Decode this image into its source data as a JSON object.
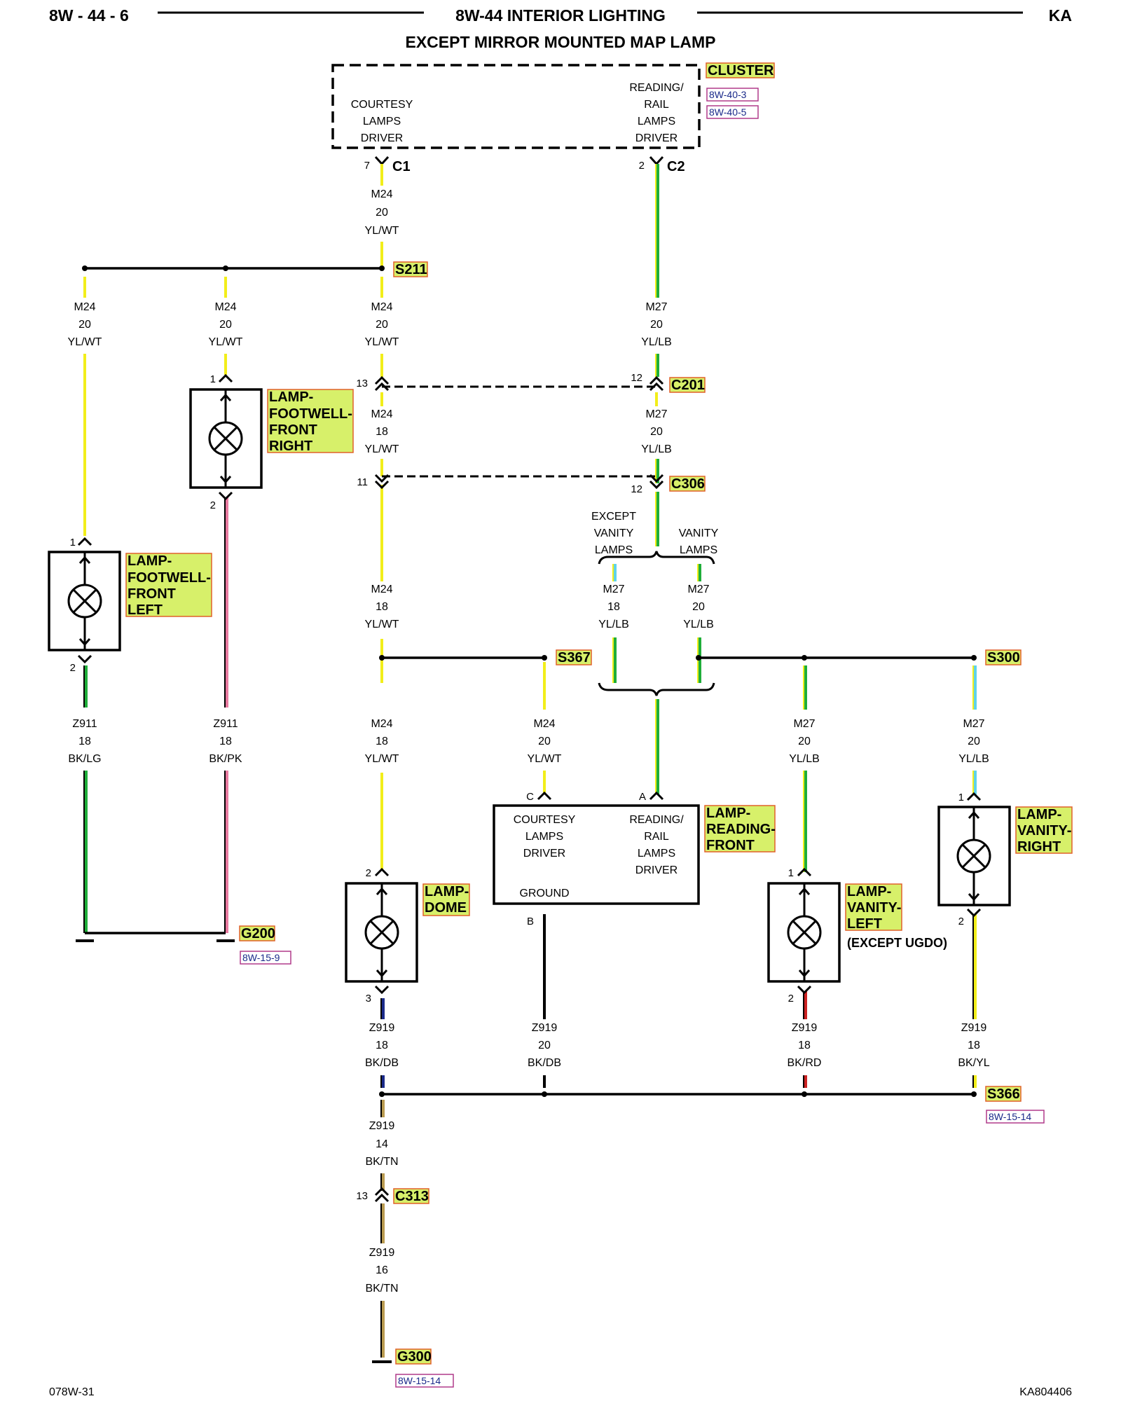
{
  "header": {
    "page_id": "8W - 44 - 6",
    "title": "8W-44 INTERIOR LIGHTING",
    "model": "KA",
    "subtitle": "EXCEPT MIRROR MOUNTED MAP LAMP"
  },
  "footer": {
    "left": "078W-31",
    "right": "KA804406"
  },
  "cluster": {
    "label": "CLUSTER",
    "refs": [
      "8W-40-3",
      "8W-40-5"
    ],
    "left_driver": [
      "COURTESY",
      "LAMPS",
      "DRIVER"
    ],
    "right_driver": [
      "READING/",
      "RAIL",
      "LAMPS",
      "DRIVER"
    ],
    "c1": {
      "name": "C1",
      "pin": "7"
    },
    "c2": {
      "name": "C2",
      "pin": "2"
    }
  },
  "splices": {
    "s211": "S211",
    "s367": "S367",
    "s300": "S300",
    "s366": "S366",
    "s366_ref": "8W-15-14"
  },
  "connectors": {
    "c201": {
      "name": "C201",
      "pin_left": "13",
      "pin_right": "12"
    },
    "c306": {
      "name": "C306",
      "pin_left": "11",
      "pin_right": "12"
    },
    "c313": {
      "name": "C313",
      "pin": "13"
    }
  },
  "grounds": {
    "g200": {
      "name": "G200",
      "ref": "8W-15-9"
    },
    "g300": {
      "name": "G300",
      "ref": "8W-15-14"
    }
  },
  "wires": {
    "m24_20_ylwt": [
      "M24",
      "20",
      "YL/WT"
    ],
    "m24_18_ylwt": [
      "M24",
      "18",
      "YL/WT"
    ],
    "m27_20_yllb": [
      "M27",
      "20",
      "YL/LB"
    ],
    "m27_18_yllb": [
      "M27",
      "18",
      "YL/LB"
    ],
    "z911_18_bklg": [
      "Z911",
      "18",
      "BK/LG"
    ],
    "z911_18_bkpk": [
      "Z911",
      "18",
      "BK/PK"
    ],
    "z919_18_bkdb": [
      "Z919",
      "18",
      "BK/DB"
    ],
    "z919_20_bkdb": [
      "Z919",
      "20",
      "BK/DB"
    ],
    "z919_18_bkrd": [
      "Z919",
      "18",
      "BK/RD"
    ],
    "z919_18_bkyl": [
      "Z919",
      "18",
      "BK/YL"
    ],
    "z919_14_bktn": [
      "Z919",
      "14",
      "BK/TN"
    ],
    "z919_16_bktn": [
      "Z919",
      "16",
      "BK/TN"
    ]
  },
  "branch_labels": {
    "except_vanity": [
      "EXCEPT",
      "VANITY",
      "LAMPS"
    ],
    "vanity": [
      "VANITY",
      "LAMPS"
    ]
  },
  "lamps": {
    "footwell_right": {
      "label": [
        "LAMP-",
        "FOOTWELL-",
        "FRONT",
        "RIGHT"
      ],
      "pin_top": "1",
      "pin_bottom": "2"
    },
    "footwell_left": {
      "label": [
        "LAMP-",
        "FOOTWELL-",
        "FRONT",
        "LEFT"
      ],
      "pin_top": "1",
      "pin_bottom": "2"
    },
    "dome": {
      "label": [
        "LAMP-",
        "DOME"
      ],
      "pin_top": "2",
      "pin_bottom": "3"
    },
    "vanity_left": {
      "label": [
        "LAMP-",
        "VANITY-",
        "LEFT"
      ],
      "note": "(EXCEPT UGDO)",
      "pin_top": "1",
      "pin_bottom": "2"
    },
    "vanity_right": {
      "label": [
        "LAMP-",
        "VANITY-",
        "RIGHT"
      ],
      "pin_top": "1",
      "pin_bottom": "2"
    }
  },
  "reading_lamp": {
    "label": [
      "LAMP-",
      "READING-",
      "FRONT"
    ],
    "left_driver": [
      "COURTESY",
      "LAMPS",
      "DRIVER"
    ],
    "right_driver": [
      "READING/",
      "RAIL",
      "LAMPS",
      "DRIVER"
    ],
    "ground": "GROUND",
    "pin_c": "C",
    "pin_a": "A",
    "pin_b": "B"
  },
  "colors": {
    "yellow": "#f2ee1a",
    "green": "#1fae3a",
    "light_blue": "#5fd2ea",
    "red": "#cc2222",
    "pink": "#e87aa0",
    "dark_blue": "#1a2a8a",
    "tan": "#b99a50",
    "highlight": "#d7f06a"
  }
}
